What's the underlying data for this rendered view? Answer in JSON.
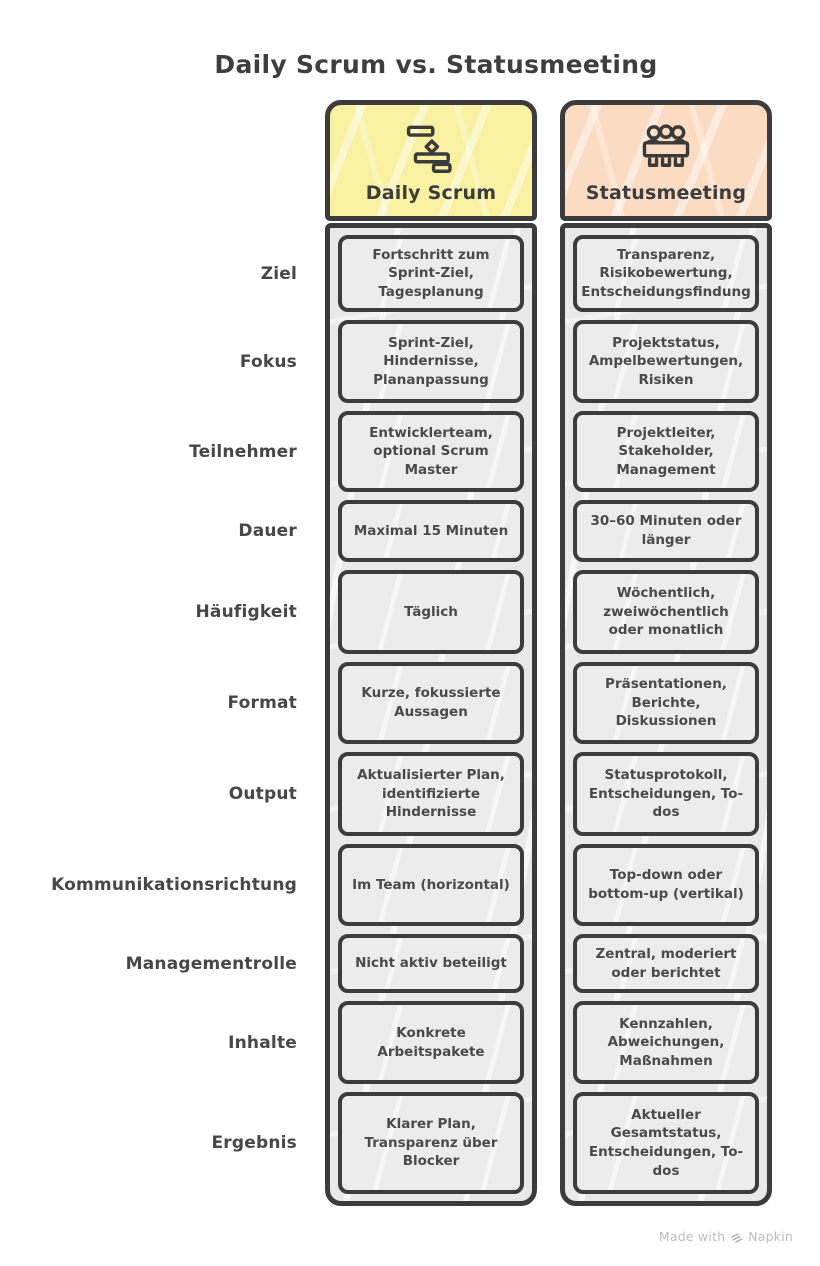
{
  "title": "Daily Scrum vs. Statusmeeting",
  "columns": [
    {
      "label": "Daily Scrum",
      "icon": "gantt-chart-icon",
      "header_color": "#F8F1A1"
    },
    {
      "label": "Statusmeeting",
      "icon": "meeting-table-icon",
      "header_color": "#FBDCC3"
    }
  ],
  "rows": [
    {
      "label": "Ziel",
      "daily_scrum": "Fortschritt zum Sprint-Ziel, Tagesplanung",
      "statusmeeting": "Transparenz, Risikobewertung, Entscheidungsfindung"
    },
    {
      "label": "Fokus",
      "daily_scrum": "Sprint-Ziel, Hindernisse, Plananpassung",
      "statusmeeting": "Projektstatus, Ampelbewertungen, Risiken"
    },
    {
      "label": "Teilnehmer",
      "daily_scrum": "Entwicklerteam, optional Scrum Master",
      "statusmeeting": "Projektleiter, Stakeholder, Management"
    },
    {
      "label": "Dauer",
      "daily_scrum": "Maximal 15 Minuten",
      "statusmeeting": "30–60 Minuten oder länger"
    },
    {
      "label": "Häufigkeit",
      "daily_scrum": "Täglich",
      "statusmeeting": "Wöchentlich, zweiwöchentlich oder monatlich"
    },
    {
      "label": "Format",
      "daily_scrum": "Kurze, fokussierte Aussagen",
      "statusmeeting": "Präsentationen, Berichte, Diskussionen"
    },
    {
      "label": "Output",
      "daily_scrum": "Aktualisierter Plan, identifizierte Hindernisse",
      "statusmeeting": "Statusprotokoll, Entscheidungen, To-dos"
    },
    {
      "label": "Kommunikationsrichtung",
      "daily_scrum": "Im Team (horizontal)",
      "statusmeeting": "Top-down oder bottom-up (vertikal)"
    },
    {
      "label": "Managementrolle",
      "daily_scrum": "Nicht aktiv beteiligt",
      "statusmeeting": "Zentral, moderiert oder berichtet"
    },
    {
      "label": "Inhalte",
      "daily_scrum": "Konkrete Arbeitspakete",
      "statusmeeting": "Kennzahlen, Abweichungen, Maßnahmen"
    },
    {
      "label": "Ergebnis",
      "daily_scrum": "Klarer Plan, Transparenz über Blocker",
      "statusmeeting": "Aktueller Gesamtstatus, Entscheidungen, To-dos"
    }
  ],
  "footer": {
    "text_prefix": "Made with",
    "brand": "Napkin",
    "logo": "napkin-logo-icon"
  },
  "colors": {
    "header_yellow": "#F8F1A1",
    "header_peach": "#FBDCC3",
    "border_dark": "#3C3C3C",
    "panel_gray": "#E9E9E9",
    "text_dark": "#474747",
    "footer_gray": "#BDBDBD"
  }
}
